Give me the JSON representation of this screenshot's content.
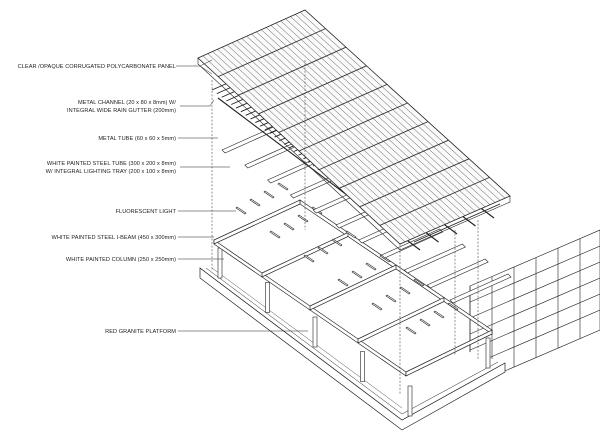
{
  "labels": {
    "roof_panel": "CLEAR /OPAQUE CORRUGATED POLYCARBONATE PANEL",
    "metal_channel_1": "METAL CHANNEL (20 x 80 x 8mm) W/",
    "metal_channel_2": "INTEGRAL WIDE RAIN GUTTER (200mm)",
    "metal_tube": "METAL TUBE (60 x 60 x 5mm)",
    "steel_tube_1": "WHITE PAINTED STEEL TUBE (300 x 200 x 8mm)",
    "steel_tube_2": "W/ INTEGRAL LIGHTING TRAY (200 x 100 x 8mm)",
    "fluorescent_light": "FLUORESCENT LIGHT",
    "i_beam": "WHITE PAINTED STEEL I-BEAM (450 x 300mm)",
    "column": "WHITE PAINTED COLUMN (250 x 250mm)",
    "platform": "RED GRANITE PLATFORM"
  },
  "colors": {
    "line": "#222222",
    "background": "#ffffff",
    "panel": "#fafafa"
  }
}
